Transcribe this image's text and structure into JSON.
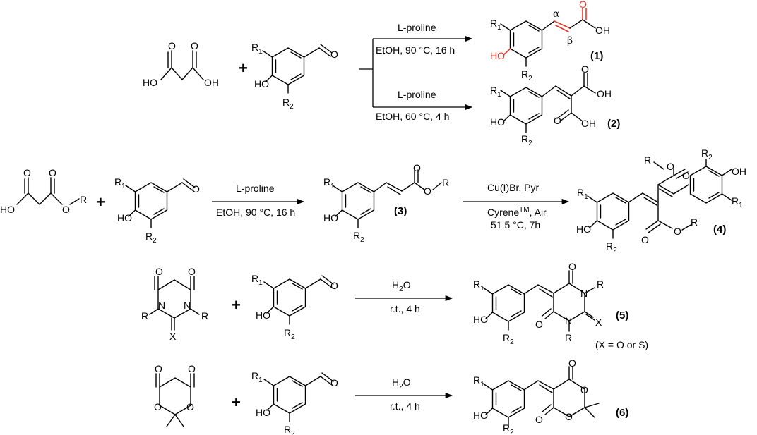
{
  "colors": {
    "highlight": "#e8372a",
    "ink": "#000000"
  },
  "labels": {
    "R1": "R",
    "R1_sub": "1",
    "R2": "R",
    "R2_sub": "2",
    "HO": "HO",
    "OH": "OH",
    "O": "O",
    "R": "R",
    "N": "N",
    "X": "X",
    "H2O": "H",
    "H2O_sub": "2",
    "H2O_end": "O",
    "alpha": "α",
    "beta": "β",
    "plus": "+"
  },
  "reactions": [
    {
      "conditions_top": "L-proline",
      "conditions_bottom": "EtOH, 90 °C, 16 h",
      "product": "(1)"
    },
    {
      "conditions_top": "L-proline",
      "conditions_bottom": "EtOH, 60 °C, 4 h",
      "product": "(2)"
    },
    {
      "conditions_top": "L-proline",
      "conditions_bottom": "EtOH, 90 °C, 16 h",
      "product": "(3)"
    },
    {
      "conditions_top_a": "Cu(I)Br, Pyr",
      "conditions_bottom_a": "Cyrene",
      "conditions_bottom_tm": "TM",
      "conditions_bottom_b": ", Air",
      "conditions_bottom_2": "51.5 °C, 7h",
      "product": "(4)"
    },
    {
      "conditions_bottom": "r.t., 4 h",
      "product": "(5)",
      "note": "(X = O or S)"
    },
    {
      "conditions_bottom": "r.t., 4 h",
      "product": "(6)"
    }
  ]
}
